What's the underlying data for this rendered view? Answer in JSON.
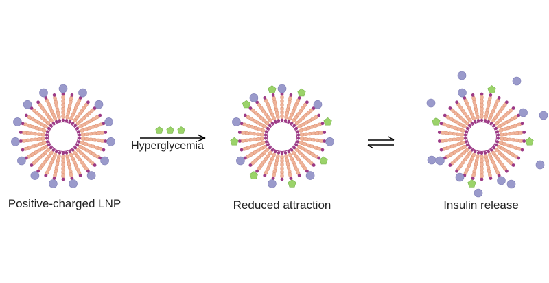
{
  "labels": {
    "stage1": "Positive-charged LNP",
    "stage2": "Reduced attraction",
    "stage3": "Insulin release",
    "arrow": "Hyperglycemia"
  },
  "colors": {
    "lipid_tail": "#f0b49a",
    "lipid_tail_edge": "#d98d6f",
    "head": "#9c3a86",
    "insulin": "#9a9acb",
    "insulin_edge": "#7c7cb5",
    "glucose": "#9bd36a",
    "glucose_edge": "#78b44c",
    "arrow": "#000000"
  },
  "icons": {
    "insulin": "purple-circle-icon",
    "glucose": "green-pentagon-icon",
    "equilibrium": "equilibrium-arrows-icon"
  }
}
